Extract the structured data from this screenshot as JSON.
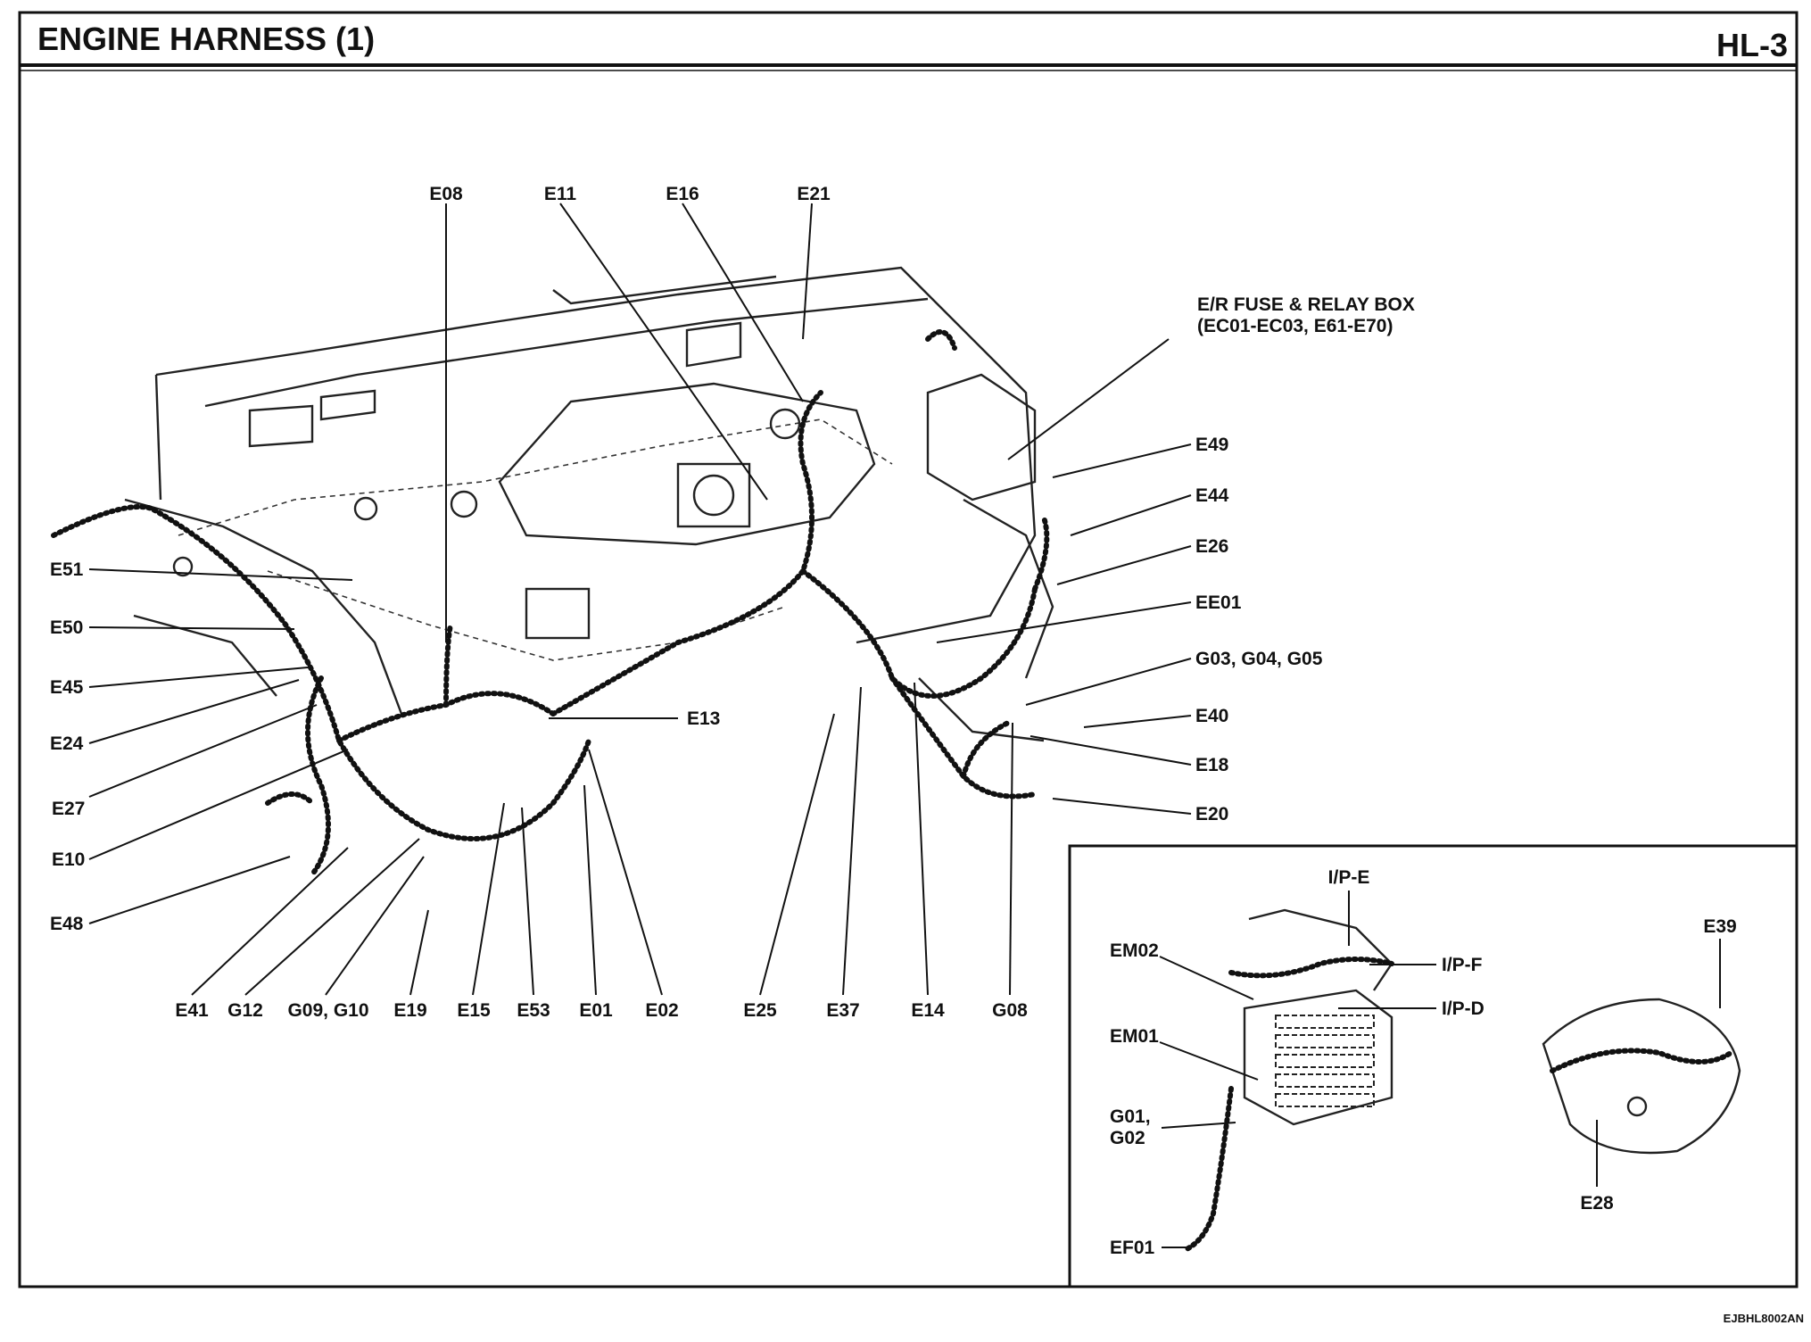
{
  "header": {
    "title": "ENGINE HARNESS (1)",
    "page_code": "HL-3"
  },
  "footer": {
    "figure_id": "EJBHL8002AN"
  },
  "main_view": {
    "top_labels": [
      "E08",
      "E11",
      "E16",
      "E21"
    ],
    "fuse_box": {
      "line1": "E/R FUSE & RELAY BOX",
      "line2": "(EC01-EC03, E61-E70)"
    },
    "right_labels": [
      "E49",
      "E44",
      "E26",
      "EE01",
      "G03, G04, G05",
      "E40",
      "E18",
      "E20"
    ],
    "left_labels": [
      "E51",
      "E50",
      "E45",
      "E24",
      "E27",
      "E10",
      "E48"
    ],
    "mid_label": "E13",
    "bottom_labels": [
      "E41",
      "G12",
      "G09, G10",
      "E19",
      "E15",
      "E53",
      "E01",
      "E02",
      "E25",
      "E37",
      "E14",
      "G08"
    ]
  },
  "inset": {
    "labels": [
      "I/P-E",
      "EM02",
      "I/P-F",
      "I/P-D",
      "EM01",
      "G01,",
      "G02",
      "EF01",
      "E39",
      "E28"
    ]
  }
}
